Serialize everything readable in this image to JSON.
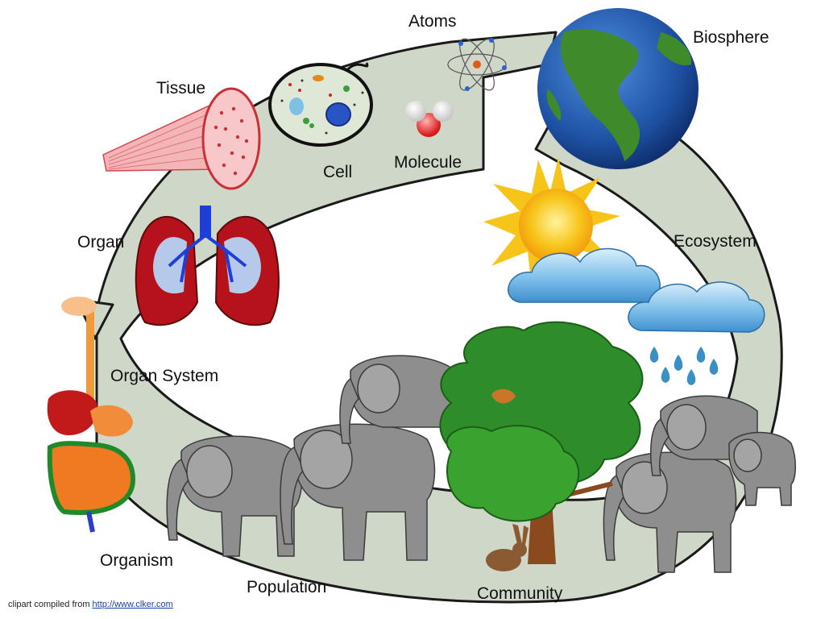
{
  "levels": {
    "atoms": "Atoms",
    "biosphere": "Biosphere",
    "tissue": "Tissue",
    "cell": "Cell",
    "molecule": "Molecule",
    "organ": "Organ",
    "ecosystem": "Ecosystem",
    "organ_system": "Organ System",
    "organism": "Organism",
    "population": "Population",
    "community": "Community"
  },
  "credit": {
    "prefix": "clipart compiled from",
    "link_text": "http://www.clker.com"
  },
  "colors": {
    "arrow_fill": "#cfd8c8",
    "arrow_stroke": "#1a1a1a",
    "earth_ocean": "#1d4fa0",
    "earth_land": "#3f8a2a",
    "sun": "#f7c51a",
    "cloud": "#6fb3e4",
    "lung": "#b5121b",
    "elephant": "#8e8e8e",
    "tree": "#2f8c2a"
  }
}
